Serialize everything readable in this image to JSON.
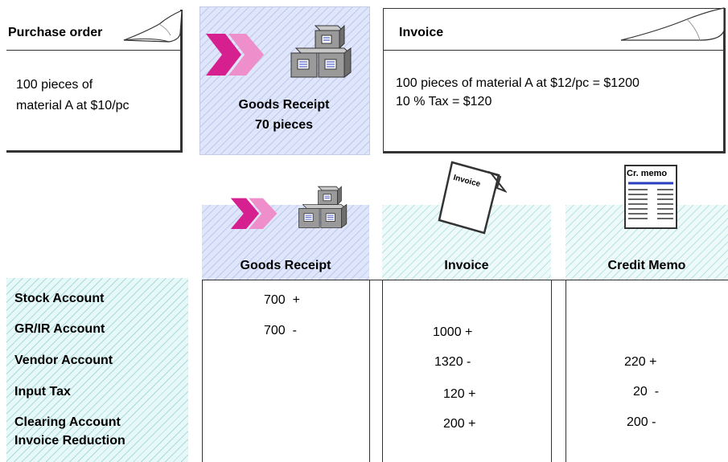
{
  "top": {
    "purchase_order": {
      "title": "Purchase order",
      "line1": "100 pieces of",
      "line2": "material A at $10/pc"
    },
    "goods_receipt": {
      "line1": "Goods Receipt",
      "line2": "70 pieces"
    },
    "invoice": {
      "title": "Invoice",
      "line1": "100 pieces of material A at $12/pc = $1200",
      "line2": "10 % Tax = $120"
    }
  },
  "icons": {
    "invoice_doc_label": "Invoice",
    "credit_memo_doc_label": "Cr. memo"
  },
  "columns": {
    "goods_receipt": "Goods Receipt",
    "invoice": "Invoice",
    "credit_memo": "Credit Memo"
  },
  "accounts": [
    {
      "label": "Stock Account",
      "gr": "700  +",
      "inv": "",
      "cm": ""
    },
    {
      "label": "GR/IR Account",
      "gr": "700  -",
      "inv": "1000 +",
      "cm": ""
    },
    {
      "label": "Vendor Account",
      "gr": "",
      "inv": "1320 -",
      "cm": "220 +"
    },
    {
      "label": "Input Tax",
      "gr": "",
      "inv": "120 +",
      "cm": "20  -"
    },
    {
      "label": "Clearing Account",
      "label2": "Invoice Reduction",
      "gr": "",
      "inv": "200 +",
      "cm": "200 -"
    }
  ],
  "colors": {
    "arrow_magenta": "#d6208f",
    "arrow_pink": "#ee8fcb",
    "box_gray": "#9a9a9a",
    "doc_blue": "#2a3fbf"
  }
}
